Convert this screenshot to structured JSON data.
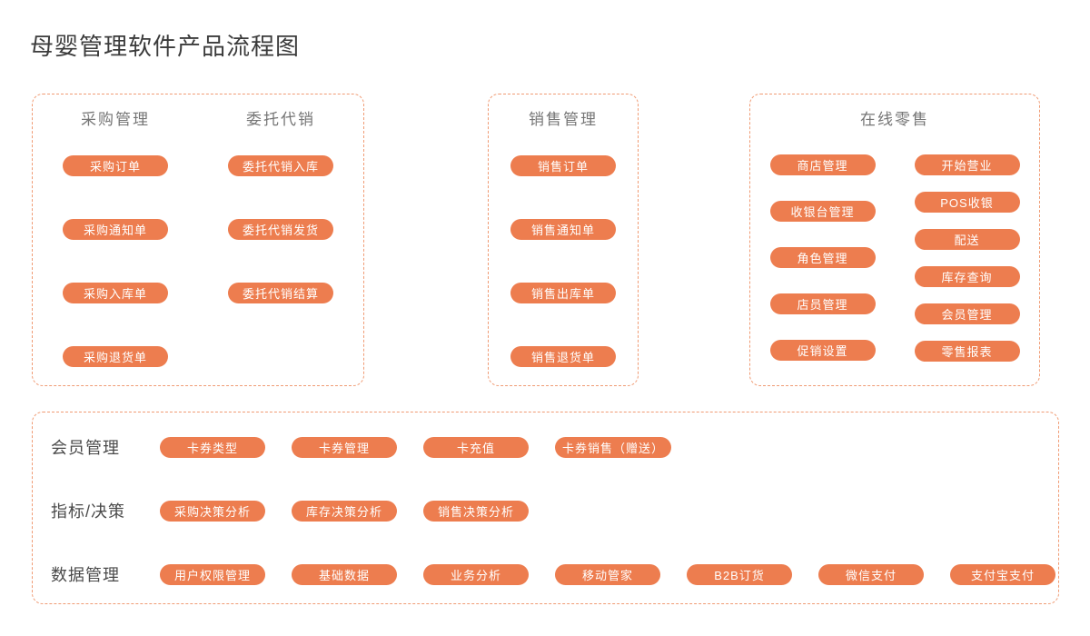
{
  "title": "母婴管理软件产品流程图",
  "colors": {
    "accent": "#ed7d4f",
    "panel_border": "#f09b74",
    "header_text": "#757575",
    "label_text": "#4a4a4a"
  },
  "panels": {
    "procurement": {
      "columns": [
        {
          "header": "采购管理",
          "items": [
            "采购订单",
            "采购通知单",
            "采购入库单",
            "采购退货单"
          ]
        },
        {
          "header": "委托代销",
          "items": [
            "委托代销入库",
            "委托代销发货",
            "委托代销结算"
          ]
        }
      ]
    },
    "sales": {
      "header": "销售管理",
      "items": [
        "销售订单",
        "销售通知单",
        "销售出库单",
        "销售退货单"
      ]
    },
    "retail": {
      "header": "在线零售",
      "columns": [
        {
          "items": [
            "商店管理",
            "收银台管理",
            "角色管理",
            "店员管理",
            "促销设置"
          ]
        },
        {
          "items": [
            "开始营业",
            "POS收银",
            "配送",
            "库存查询",
            "会员管理",
            "零售报表"
          ]
        }
      ]
    },
    "platform": {
      "rows": [
        {
          "label": "会员管理",
          "items": [
            "卡券类型",
            "卡券管理",
            "卡充值",
            "卡券销售（赠送）"
          ]
        },
        {
          "label": "指标/决策",
          "items": [
            "采购决策分析",
            "库存决策分析",
            "销售决策分析"
          ]
        },
        {
          "label": "数据管理",
          "items": [
            "用户权限管理",
            "基础数据",
            "业务分析",
            "移动管家",
            "B2B订货",
            "微信支付",
            "支付宝支付"
          ]
        }
      ]
    }
  }
}
